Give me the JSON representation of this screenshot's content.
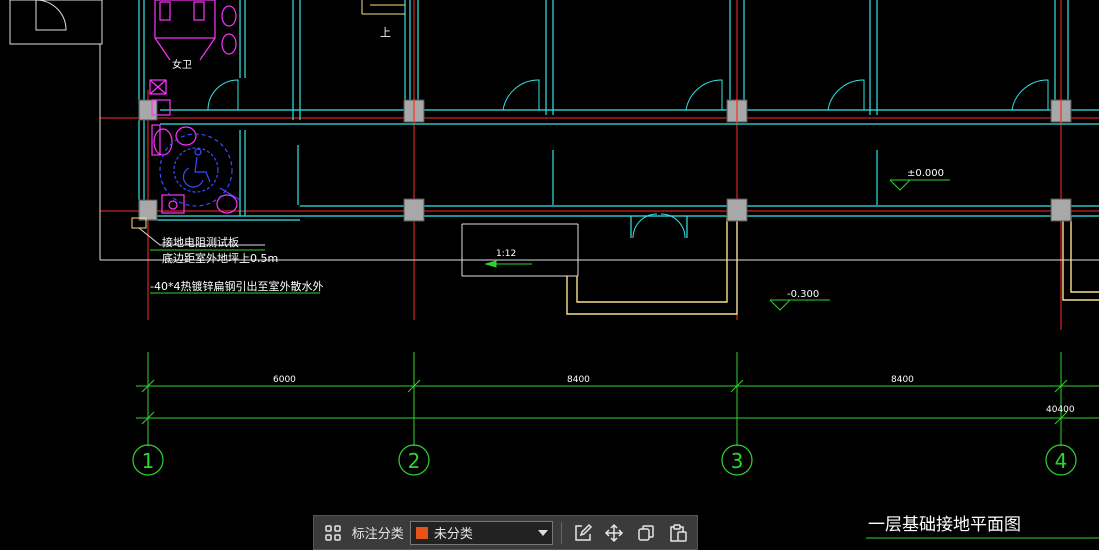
{
  "drawing": {
    "title": "一层基础接地平面图",
    "room_label": "女卫",
    "up_label": "上",
    "level_labels": [
      "±0.000",
      "-0.300"
    ],
    "slope_label": "1:12",
    "note_lines": [
      "接地电阻测试板",
      "底边距室外地坪上0.5m",
      "-40*4热镀锌扁钢引出至室外散水外"
    ],
    "dims": [
      "6000",
      "8400",
      "8400",
      "40400"
    ],
    "axes": [
      "1",
      "2",
      "3",
      "4"
    ],
    "colors": {
      "background": "#000000",
      "wall": "#33e6e6",
      "axis": "#ff2a2a",
      "dim": "#2fd52f",
      "text": "#ffffff",
      "fixture": "#ff33ff",
      "ground": "#f5e08a",
      "accessible": "#3a4cff"
    }
  },
  "toolbar": {
    "category_label": "标注分类",
    "category_value": "未分类",
    "category_color": "#e8531a",
    "icons": [
      "grid-icon",
      "edit-icon",
      "move-icon",
      "copy-icon",
      "paste-icon"
    ]
  }
}
